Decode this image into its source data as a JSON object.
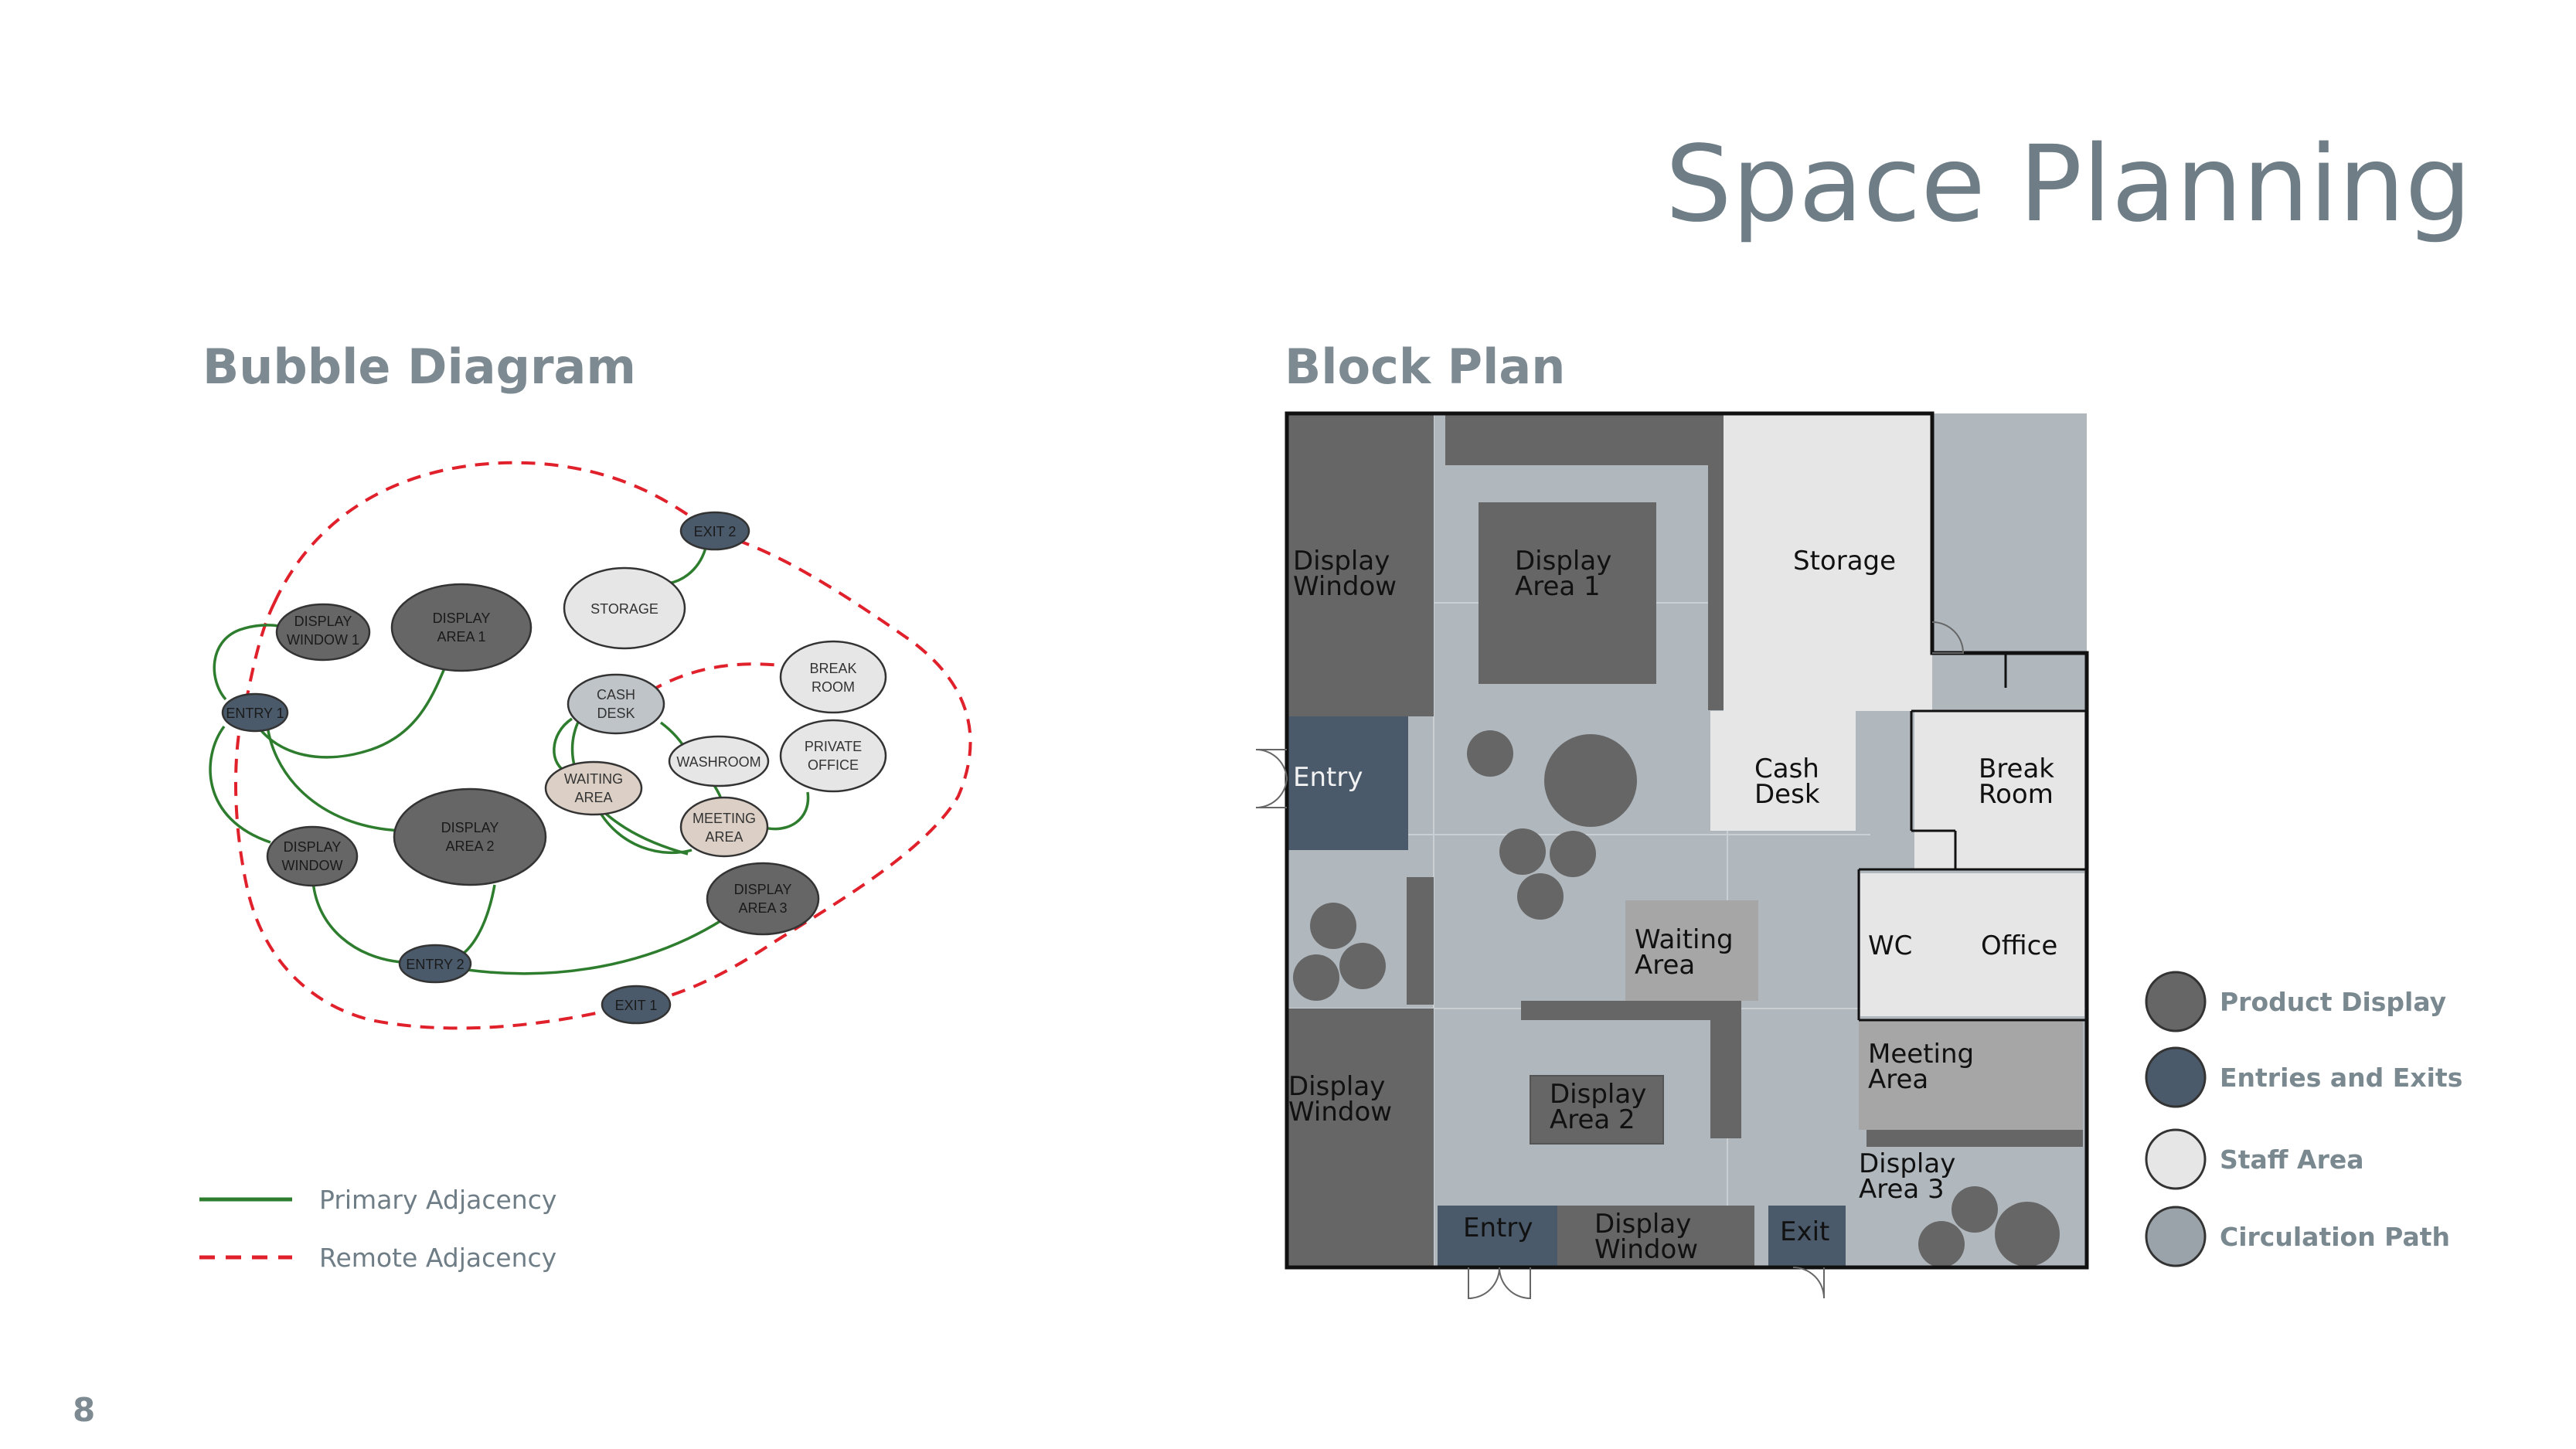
{
  "page": {
    "title": "Space Planning",
    "page_number": "8"
  },
  "bubble_diagram": {
    "title": "Bubble Diagram",
    "bubbles": {
      "exit2": [
        "EXIT 2"
      ],
      "storage": [
        "STORAGE"
      ],
      "display_window_1": [
        "DISPLAY",
        "WINDOW 1"
      ],
      "display_area_1": [
        "DISPLAY",
        "AREA 1"
      ],
      "entry1": [
        "ENTRY 1"
      ],
      "cash_desk": [
        "CASH",
        "DESK"
      ],
      "break_room": [
        "BREAK",
        "ROOM"
      ],
      "washroom": [
        "WASHROOM"
      ],
      "private_office": [
        "PRIVATE",
        "OFFICE"
      ],
      "waiting_area": [
        "WAITING",
        "AREA"
      ],
      "meeting_area": [
        "MEETING",
        "AREA"
      ],
      "display_area_2": [
        "DISPLAY",
        "AREA 2"
      ],
      "display_window": [
        "DISPLAY",
        "WINDOW"
      ],
      "display_area_3": [
        "DISPLAY",
        "AREA 3"
      ],
      "entry2": [
        "ENTRY 2"
      ],
      "exit1": [
        "EXIT 1"
      ]
    },
    "legend": {
      "primary": "Primary Adjacency",
      "remote": "Remote Adjacency"
    },
    "colors": {
      "primary_line": "#2e7d2e",
      "remote_line": "#e0202a"
    }
  },
  "block_plan": {
    "title": "Block Plan",
    "rooms": {
      "display_window_top": [
        "Display",
        "Window"
      ],
      "display_area_1": [
        "Display",
        "Area 1"
      ],
      "storage": [
        "Storage"
      ],
      "entry_left": [
        "Entry"
      ],
      "cash_desk": [
        "Cash",
        "Desk"
      ],
      "break_room": [
        "Break",
        "Room"
      ],
      "waiting_area": [
        "Waiting",
        "Area"
      ],
      "wc": [
        "WC"
      ],
      "office": [
        "Office"
      ],
      "display_window_bottom": [
        "Display",
        "Window"
      ],
      "display_area_2": [
        "Display",
        "Area 2"
      ],
      "meeting_area": [
        "Meeting",
        "Area"
      ],
      "display_area_3": [
        "Display",
        "Area 3"
      ],
      "entry_bottom": [
        "Entry"
      ],
      "display_window_front": [
        "Display",
        "Window"
      ],
      "exit": [
        "Exit"
      ]
    },
    "legend": {
      "product_display": "Product Display",
      "entries_exits": "Entries and Exits",
      "staff_area": "Staff Area",
      "circulation": "Circulation Path"
    },
    "colors": {
      "product_display": "#666666",
      "entries_exits": "#4a5a6a",
      "staff_area": "#e6e6e6",
      "circulation": "#b0b8be",
      "waiting": "#a6a6a6"
    }
  }
}
